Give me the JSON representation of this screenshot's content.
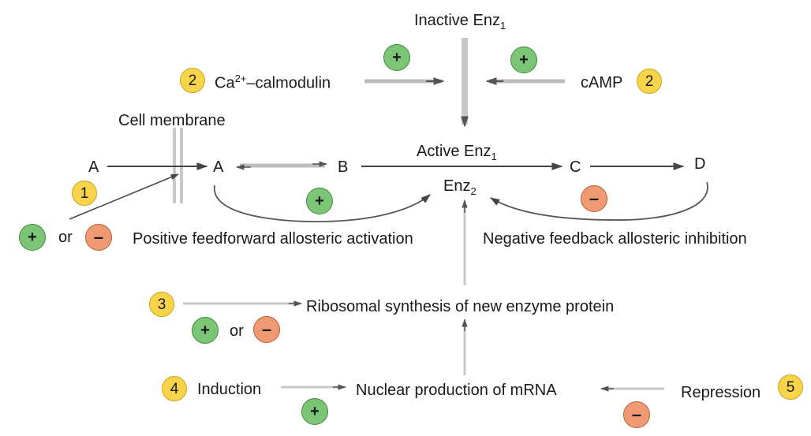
{
  "labels": {
    "inactive_enz": "Inactive Enz",
    "inactive_enz_sub": "1",
    "ca": "Ca",
    "ca_sup": "2+",
    "calmodulin": "–calmodulin",
    "camp": "cAMP",
    "cell_membrane": "Cell membrane",
    "a_outside": "A",
    "a_inside": "A",
    "b": "B",
    "c": "C",
    "d": "D",
    "active_enz": "Active Enz",
    "active_enz_sub": "1",
    "enz2": "Enz",
    "enz2_sub": "2",
    "or1": "or",
    "or2": "or",
    "feedforward": "Positive feedforward allosteric activation",
    "feedback": "Negative feedback allosteric inhibition",
    "ribosomal": "Ribosomal synthesis of new enzyme protein",
    "induction": "Induction",
    "nuclear": "Nuclear production of mRNA",
    "repression": "Repression"
  },
  "badges": {
    "n1": "1",
    "n2_left": "2",
    "n2_right": "2",
    "n3": "3",
    "n4": "4",
    "n5": "5",
    "plus": "+",
    "minus": "–"
  },
  "colors": {
    "number_badge": "#f7d44a",
    "activation_badge": "#7cc576",
    "inhibition_badge": "#ef9a72",
    "arrow": "#444444",
    "light_arrow": "#bdbdbd"
  }
}
